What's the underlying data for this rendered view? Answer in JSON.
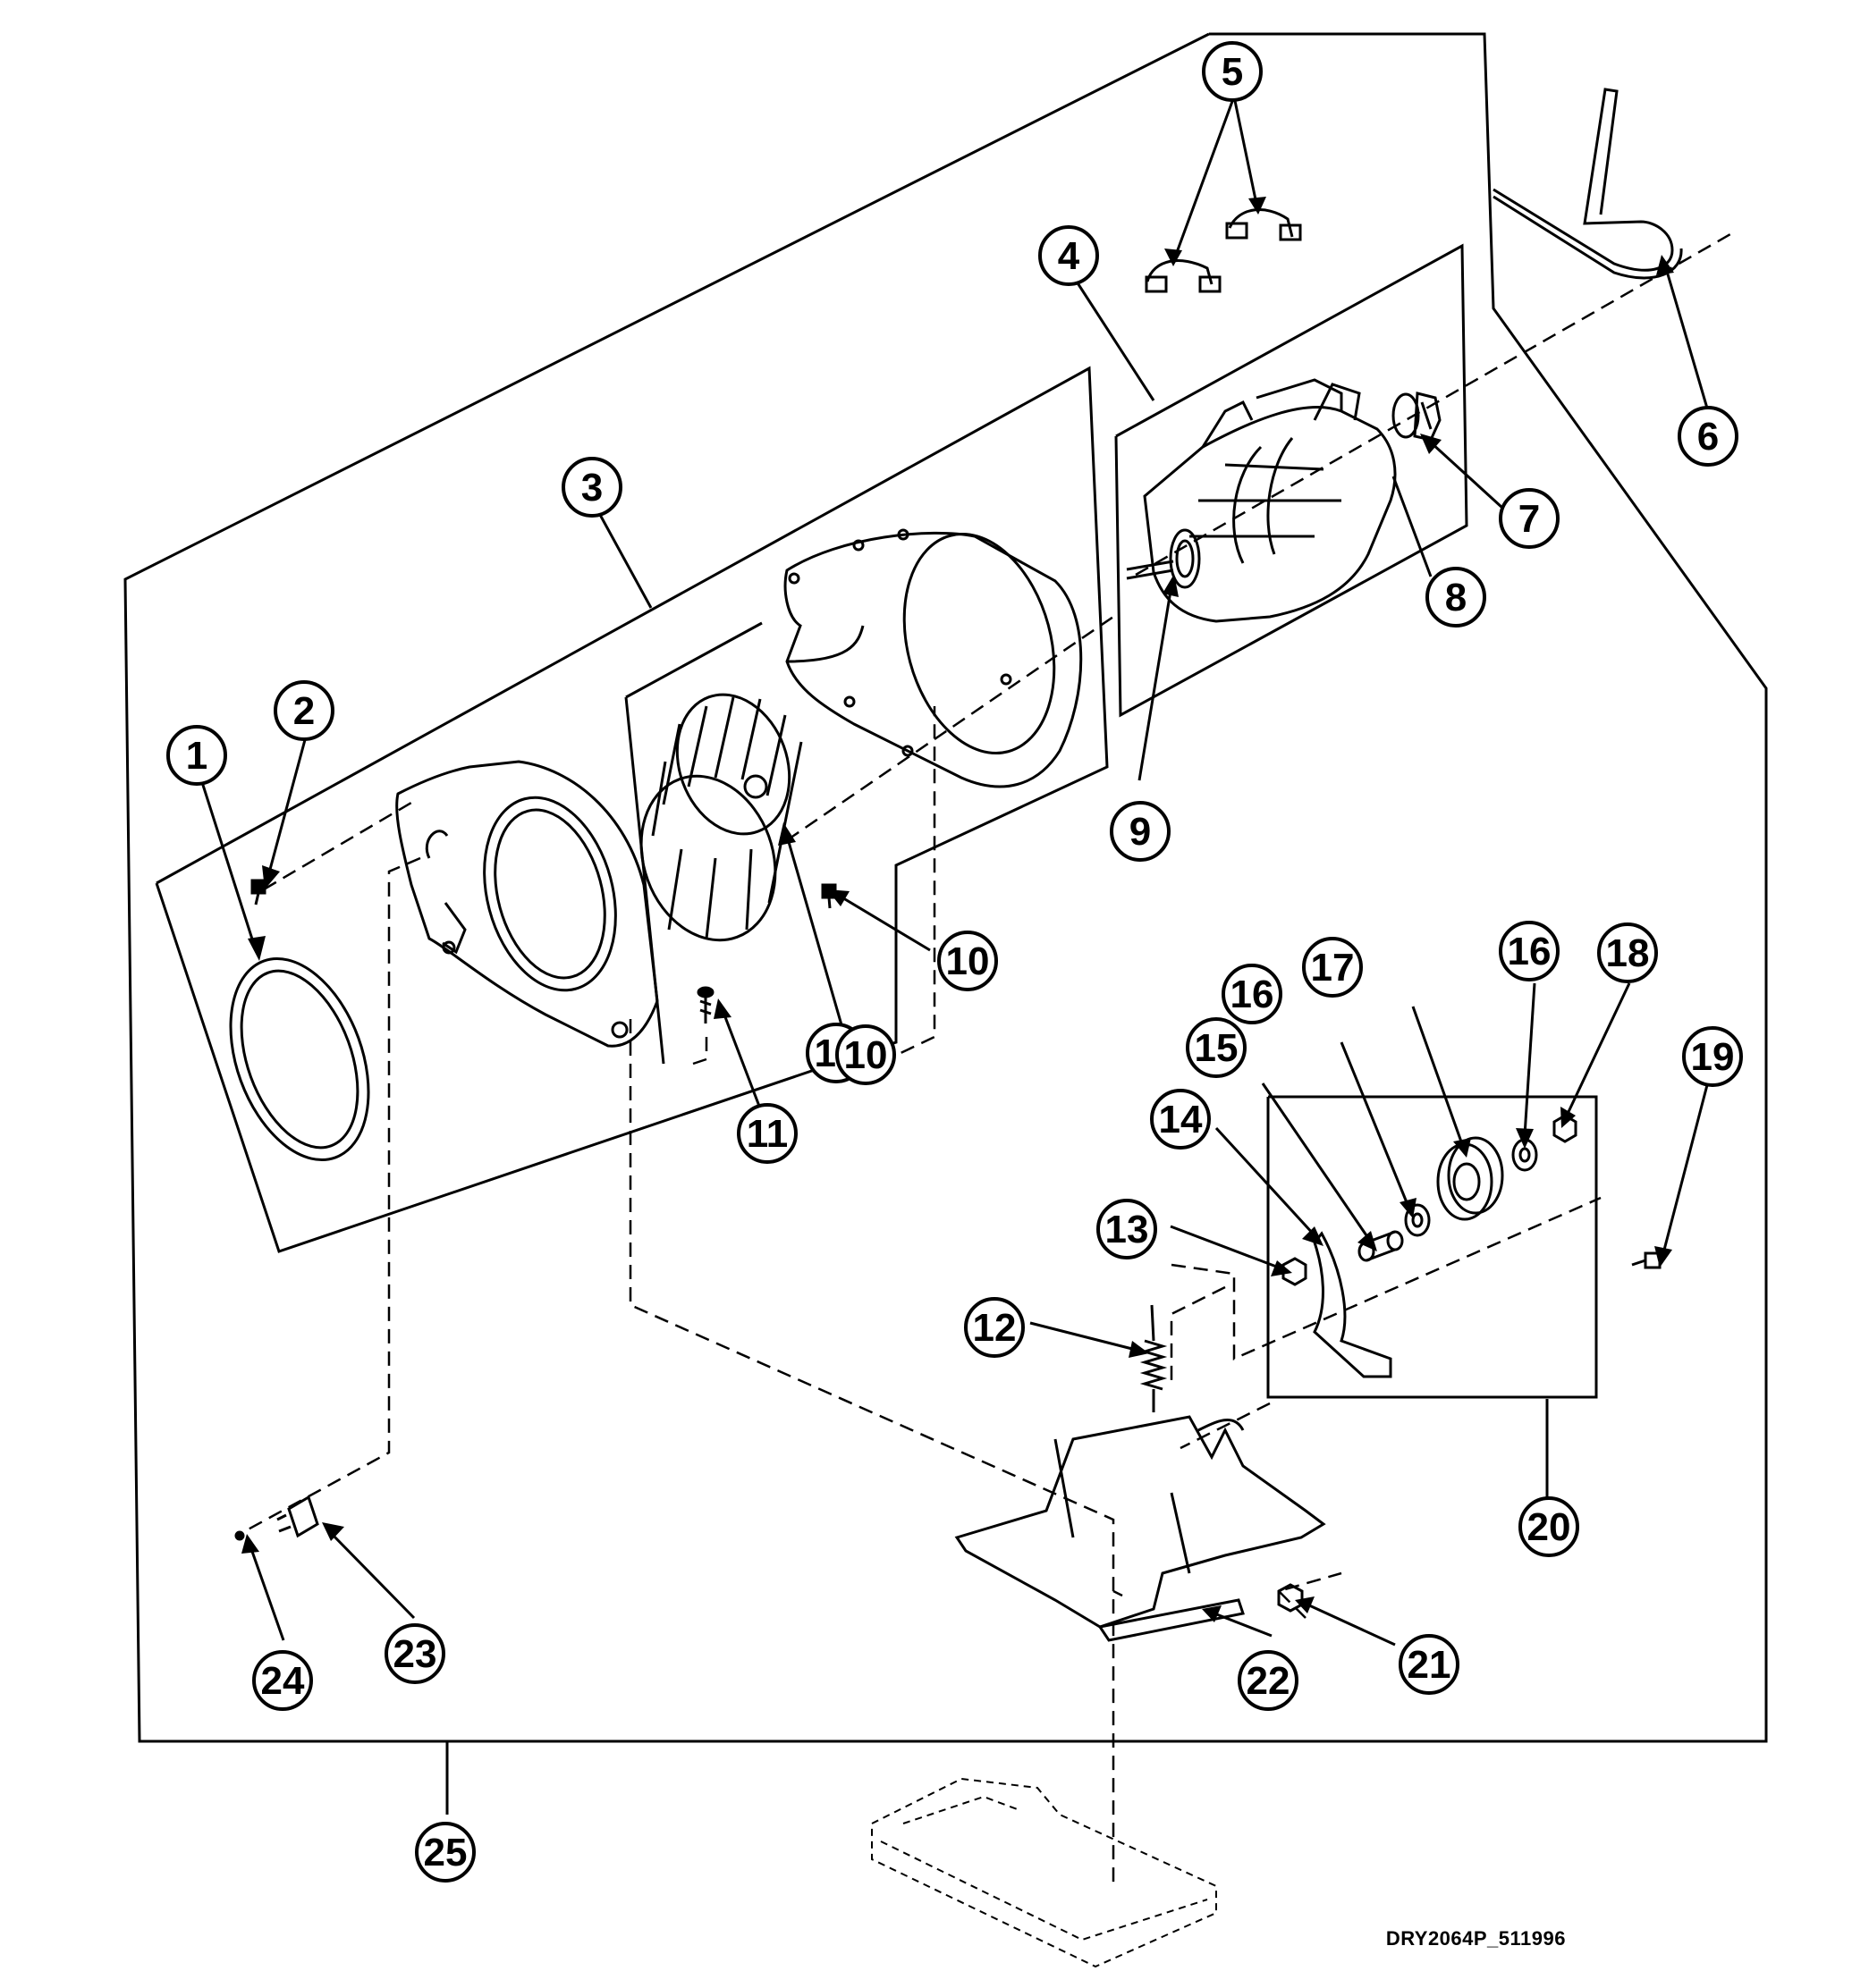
{
  "callouts": [
    {
      "n": "1"
    },
    {
      "n": "2"
    },
    {
      "n": "3"
    },
    {
      "n": "4"
    },
    {
      "n": "5"
    },
    {
      "n": "6"
    },
    {
      "n": "7"
    },
    {
      "n": "8"
    },
    {
      "n": "9"
    },
    {
      "n": "10"
    },
    {
      "n": "10"
    },
    {
      "n": "10"
    },
    {
      "n": "11"
    },
    {
      "n": "12"
    },
    {
      "n": "13"
    },
    {
      "n": "14"
    },
    {
      "n": "15"
    },
    {
      "n": "16"
    },
    {
      "n": "16"
    },
    {
      "n": "17"
    },
    {
      "n": "18"
    },
    {
      "n": "19"
    },
    {
      "n": "20"
    },
    {
      "n": "21"
    },
    {
      "n": "22"
    },
    {
      "n": "23"
    },
    {
      "n": "24"
    },
    {
      "n": "25"
    }
  ],
  "caption": "DRY2064P_511996",
  "colors": {
    "ink": "#000000",
    "paper": "#ffffff"
  }
}
